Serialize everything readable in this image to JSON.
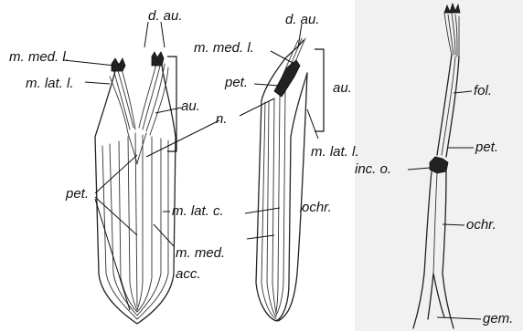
{
  "labels": {
    "left": {
      "d_au": "d. au.",
      "m_med_l": "m. med. l.",
      "m_lat_l": "m. lat. l.",
      "au": "au.",
      "n": "n.",
      "pet": "pet.",
      "m_lat_c": "m. lat. c.",
      "m_med": "m. med.",
      "acc": "acc."
    },
    "middle": {
      "d_au": "d. au.",
      "m_med_l": "m. med. l.",
      "pet": "pet.",
      "au": "au.",
      "m_lat_l": "m. lat. l.",
      "ochr": "ochr."
    },
    "right": {
      "fol": "fol.",
      "pet": "pet.",
      "inc_o": "inc. o.",
      "ochr": "ochr.",
      "gem": "gem."
    }
  }
}
